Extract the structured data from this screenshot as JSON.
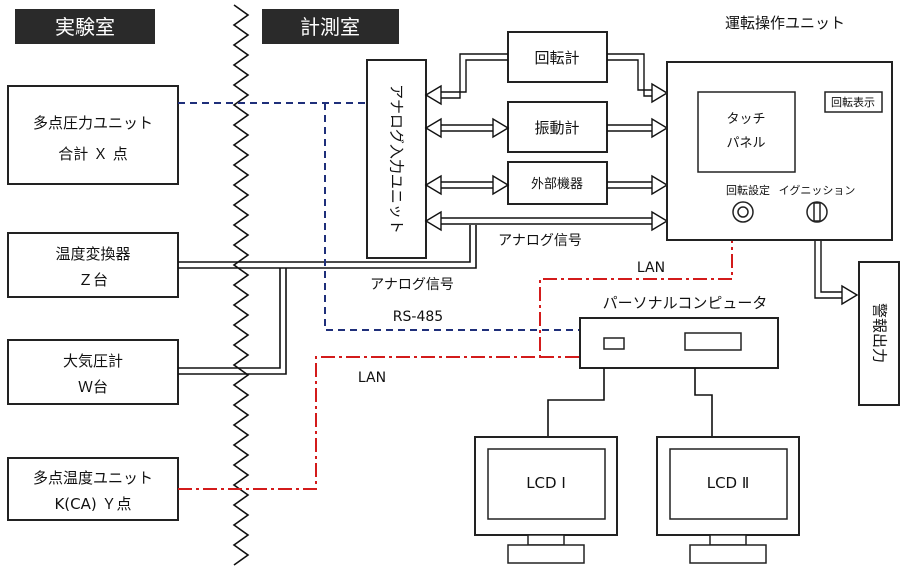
{
  "rooms": {
    "lab": "実験室",
    "measurement": "計測室"
  },
  "lab_units": {
    "pressure_unit": {
      "line1": "多点圧力ユニット",
      "line2": "合計 Ｘ 点"
    },
    "temp_converter": {
      "line1": "温度変換器",
      "line2": "Ｚ台"
    },
    "barometer": {
      "line1": "大気圧計",
      "line2": "Ｗ台"
    },
    "temp_unit": {
      "line1": "多点温度ユニット",
      "line2": "K(CA) Ｙ点"
    }
  },
  "analog_input_unit": "アナログ入力ユニット",
  "instruments": {
    "tachometer": "回転計",
    "vibrometer": "振動計",
    "external_device": "外部機器"
  },
  "operation_unit": {
    "title": "運転操作ユニット",
    "touch_panel_line1": "タッチ",
    "touch_panel_line2": "パネル",
    "rpm_display": "回転表示",
    "rpm_setting": "回転設定",
    "ignition": "イグニッション"
  },
  "alarm_output": "警報出力",
  "pc": "パーソナルコンピュータ",
  "lcd1": "LCD Ⅰ",
  "lcd2": "LCD Ⅱ",
  "signals": {
    "analog_signal_top": "アナログ信号",
    "analog_signal_bottom": "アナログ信号",
    "rs485": "RS-485",
    "lan_top": "LAN",
    "lan_bottom": "LAN"
  },
  "colors": {
    "room_tag": "#2a2a2a",
    "rs485_line": "#1f2f7a",
    "lan_line": "#d31b1b"
  }
}
